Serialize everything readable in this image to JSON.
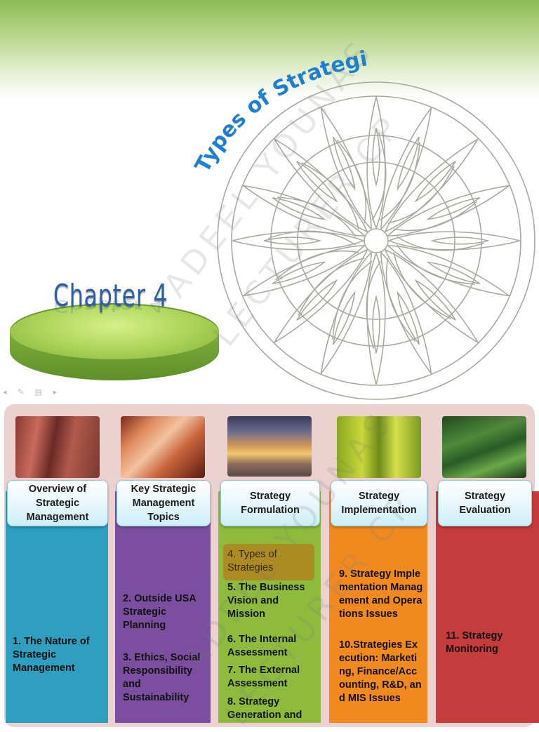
{
  "slide": {
    "title": "Types of Strategies",
    "chapter": "Chapter  4",
    "watermark_line1": "ADEEL YOUNAS",
    "watermark_line2": "LECTURER CP"
  },
  "columns": [
    {
      "heading": "Overview of Strategic Management",
      "items": [
        "1. The Nature of Strategic Management"
      ],
      "color": "#2f9fc0"
    },
    {
      "heading": "Key Strategic Management Topics",
      "items": [
        "2. Outside USA Strategic Planning",
        "3. Ethics, Social Responsibility and Sustainability"
      ],
      "color": "#7b4ea0"
    },
    {
      "heading": "Strategy Formulation",
      "items": [
        "4. Types of Strategies",
        "5. The Business Vision and Mission",
        "6. The Internal Assessment",
        "7. The External Assessment",
        "8. Strategy Generation and"
      ],
      "color": "#8fbb3c"
    },
    {
      "heading": "Strategy Implementation",
      "items": [
        "9. Strategy Implementation Management and Operations Issues",
        "10.Strategies Execution: Marketing, Finance/Accounting, R&D, and MIS Issues"
      ],
      "color": "#f08a1e"
    },
    {
      "heading": "Strategy Evaluation",
      "items": [
        "11. Strategy Monitoring"
      ],
      "color": "#c43c3c"
    }
  ]
}
